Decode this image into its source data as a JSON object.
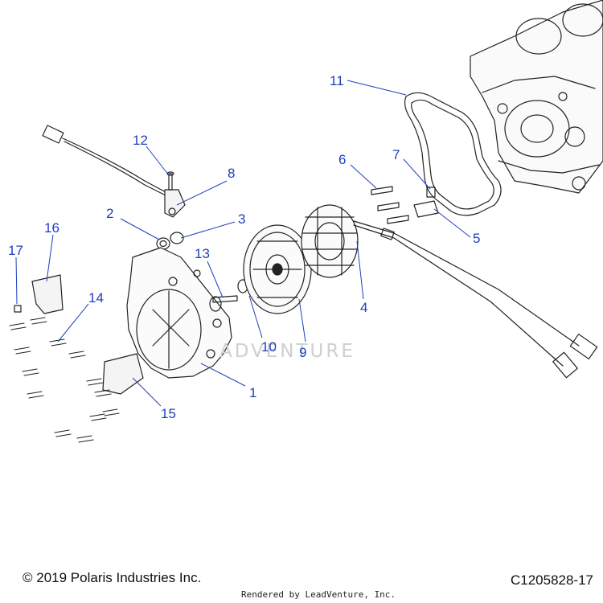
{
  "callouts": {
    "p1": "1",
    "p2": "2",
    "p3": "3",
    "p4": "4",
    "p5": "5",
    "p6": "6",
    "p7": "7",
    "p8": "8",
    "p9": "9",
    "p10": "10",
    "p11": "11",
    "p12": "12",
    "p13": "13",
    "p14": "14",
    "p15": "15",
    "p16": "16",
    "p17": "17"
  },
  "footer": {
    "copyright": "© 2019 Polaris Industries Inc.",
    "diagram_code": "C1205828-17",
    "rendered_by": "Rendered by LeadVenture, Inc."
  },
  "watermark": {
    "text": "ADVENTURE"
  },
  "colors": {
    "callout": "#1f3fbf",
    "line_art": "#222222"
  }
}
